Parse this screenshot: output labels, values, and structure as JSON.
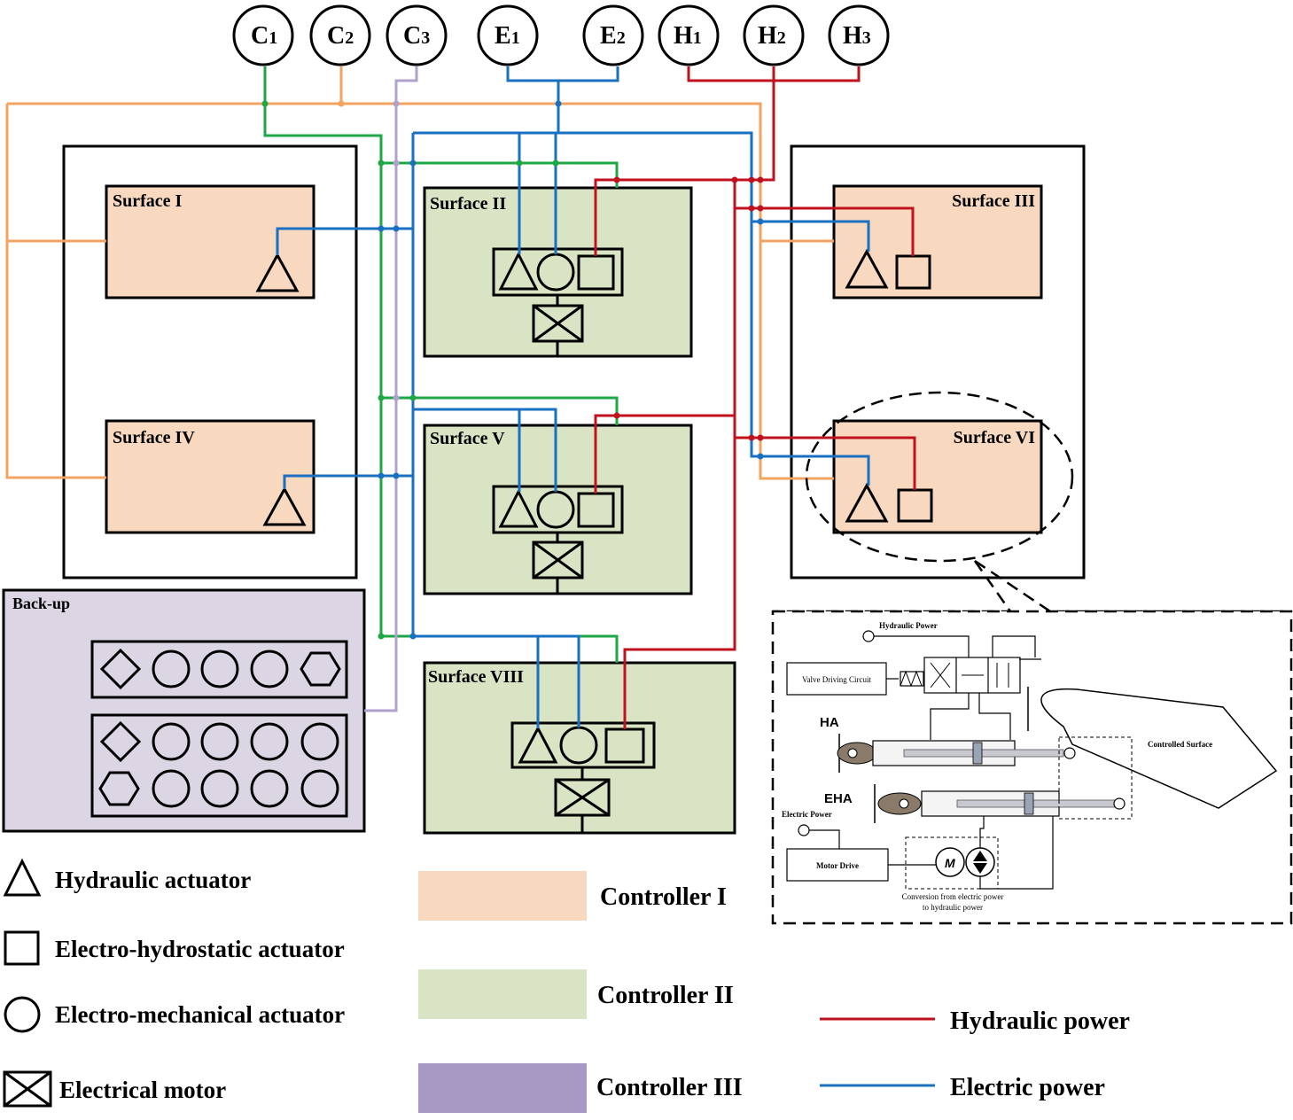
{
  "colors": {
    "controller_1": "#f8d9c0",
    "controller_2": "#d8e4c4",
    "controller_3": "#dcd5e4",
    "controller_3_legend": "#a899c4",
    "controller_1_line": "#f2a360",
    "controller_2_line": "#1fa646",
    "controller_3_line": "#b0a2cc",
    "hydraulic": "#c0121e",
    "electric": "#1a70c0"
  },
  "sources": {
    "controllers": [
      {
        "letter": "C",
        "sub": "1"
      },
      {
        "letter": "C",
        "sub": "2"
      },
      {
        "letter": "C",
        "sub": "3"
      }
    ],
    "electric": [
      {
        "letter": "E",
        "sub": "1"
      },
      {
        "letter": "E",
        "sub": "2"
      }
    ],
    "hydraulic": [
      {
        "letter": "H",
        "sub": "1"
      },
      {
        "letter": "H",
        "sub": "2"
      },
      {
        "letter": "H",
        "sub": "3"
      }
    ]
  },
  "surfaces": {
    "s1": "Surface I",
    "s2": "Surface II",
    "s3": "Surface III",
    "s4": "Surface IV",
    "s5": "Surface V",
    "s6": "Surface VI",
    "s8": "Surface VIII"
  },
  "backup": {
    "label": "Back-up"
  },
  "legend": {
    "actuators": [
      {
        "symbol": "triangle",
        "label": "Hydraulic actuator"
      },
      {
        "symbol": "square",
        "label": "Electro-hydrostatic actuator"
      },
      {
        "symbol": "circle",
        "label": "Electro-mechanical actuator"
      },
      {
        "symbol": "boxed-x",
        "label": "Electrical motor"
      }
    ],
    "controllers": [
      {
        "label": "Controller I"
      },
      {
        "label": "Controller II"
      },
      {
        "label": "Controller III"
      }
    ],
    "power": [
      {
        "label": "Hydraulic power"
      },
      {
        "label": "Electric power"
      }
    ]
  },
  "inset": {
    "hydraulic_power": "Hydraulic Power",
    "valve_driving_circuit": "Valve Driving Circuit",
    "ha": "HA",
    "eha": "EHA",
    "electric_power": "Electric Power",
    "motor_drive": "Motor Drive",
    "controlled_surface": "Controlled Surface",
    "conversion_line1": "Conversion from electric power",
    "conversion_line2": "to hydraulic power",
    "motor_symbol": "M"
  }
}
